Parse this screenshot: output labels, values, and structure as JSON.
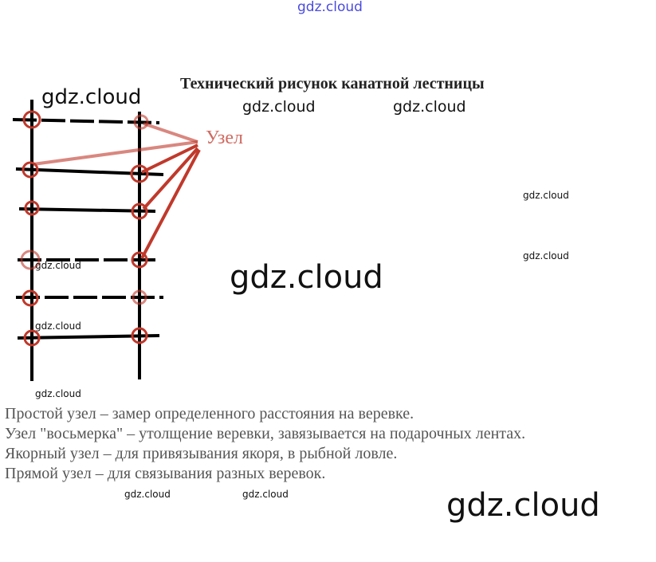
{
  "watermark": "gdz.cloud",
  "title": "Технический рисунок канатной лестницы",
  "diagram": {
    "knot_label": "Узел",
    "rungs": 6
  },
  "lines": [
    "Простой узел – замер определенного расстояния на веревке.",
    "Узел \"восьмерка\" – утолщение веревки, завязывается на подарочных лентах.",
    "Якорный узел – для привязывания якоря, в рыбной ловле.",
    "Прямой узел – для связывания разных веревок."
  ],
  "colors": {
    "knot": "#c0392b",
    "rope": "#000000",
    "watermark_top": "#4a4ae0"
  }
}
